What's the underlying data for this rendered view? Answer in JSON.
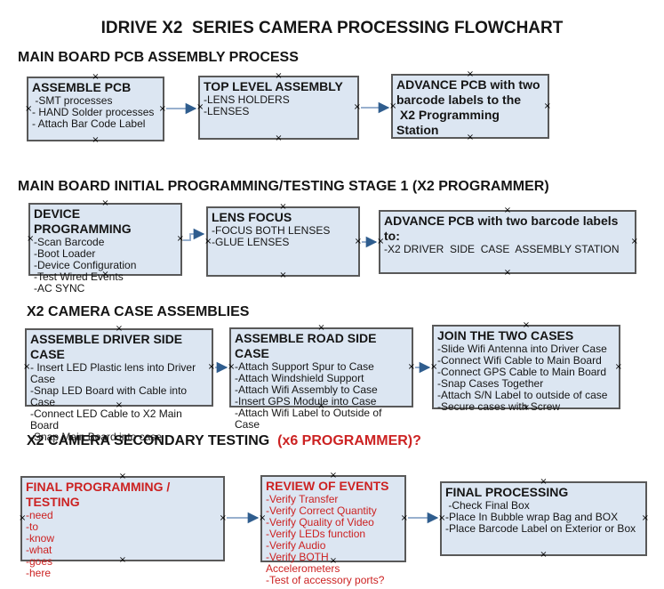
{
  "page_title": "IDRIVE X2  SERIES CAMERA PROCESSING FLOWCHART",
  "colors": {
    "red_text": "#cc2222",
    "box_fill": "#dce6f2",
    "box_border": "#595959",
    "connector_line": "#8aa5c7",
    "connector_head": "#2f5d8e",
    "text": "#151515",
    "background": "#ffffff"
  },
  "sections": [
    {
      "heading": "MAIN BOARD PCB ASSEMBLY PROCESS",
      "suffix": ""
    },
    {
      "heading": "MAIN BOARD INITIAL PROGRAMMING/TESTING STAGE 1 (X2 PROGRAMMER)",
      "suffix": ""
    },
    {
      "heading": "X2 CAMERA CASE ASSEMBLIES",
      "suffix": ""
    },
    {
      "heading": "X2 CAMERA SECONDARY TESTING",
      "suffix": "  (x6 PROGRAMMER)?"
    }
  ],
  "boxes": {
    "assemble_pcb": {
      "title": "ASSEMBLE PCB",
      "items": [
        " -SMT processes",
        "- HAND Solder processes",
        "- Attach Bar Code Label"
      ]
    },
    "top_level_assembly": {
      "title": "TOP LEVEL ASSEMBLY",
      "items": [
        "-LENS HOLDERS",
        "-LENSES"
      ]
    },
    "advance_to_programming_station": {
      "title": "ADVANCE PCB with two\nbarcode labels to the\n X2 Programming Station",
      "items": []
    },
    "device_programming": {
      "title": "DEVICE PROGRAMMING",
      "items": [
        "-Scan Barcode",
        "-Boot Loader",
        "-Device Configuration",
        "-Test Wired Events",
        "-AC SYNC"
      ]
    },
    "lens_focus": {
      "title": "LENS FOCUS",
      "items": [
        "-FOCUS BOTH LENSES",
        "-GLUE LENSES"
      ]
    },
    "advance_to_case_assembly": {
      "title": "ADVANCE PCB with two barcode labels to:",
      "items": [
        "-X2 DRIVER  SIDE  CASE  ASSEMBLY STATION"
      ]
    },
    "assemble_driver_side_case": {
      "title": "ASSEMBLE DRIVER SIDE CASE",
      "items": [
        "- Insert LED Plastic lens into Driver Case",
        "-Snap LED Board with Cable into Case",
        "-Connect LED Cable to X2 Main Board",
        "-Snap Main Board into case"
      ]
    },
    "assemble_road_side_case": {
      "title": "ASSEMBLE ROAD SIDE CASE",
      "items": [
        "-Attach Support Spur to Case",
        "-Attach Windshield Support",
        "-Attach Wifi Assembly to Case",
        "-Insert GPS Module into Case",
        "-Attach Wifi Label to Outside of Case"
      ]
    },
    "join_the_two_cases": {
      "title": "JOIN THE TWO CASES",
      "items": [
        "-Slide Wifi Antenna into Driver Case",
        "-Connect Wifi Cable to Main Board",
        "-Connect GPS Cable to Main Board",
        "-Snap Cases Together",
        "-Attach S/N Label to outside of case",
        "-Secure cases with Screw"
      ]
    },
    "final_programming_testing": {
      "title": "FINAL PROGRAMMING / TESTING",
      "items": [
        "-need",
        "-to",
        "-know",
        "-what",
        "-goes",
        "-here"
      ]
    },
    "review_of_events": {
      "title": "REVIEW OF EVENTS",
      "items": [
        "-Verify Transfer",
        "-Verify Correct Quantity",
        "-Verify Quality of Video",
        "-Verify LEDs function",
        "-Verify Audio",
        "-Verify BOTH Accelerometers",
        "-Test of accessory ports?"
      ]
    },
    "final_processing": {
      "title": "FINAL PROCESSING",
      "items": [
        " -Check Final Box",
        "-Place In Bubble wrap Bag and BOX",
        "-Place Barcode Label on Exterior or Box"
      ]
    }
  }
}
